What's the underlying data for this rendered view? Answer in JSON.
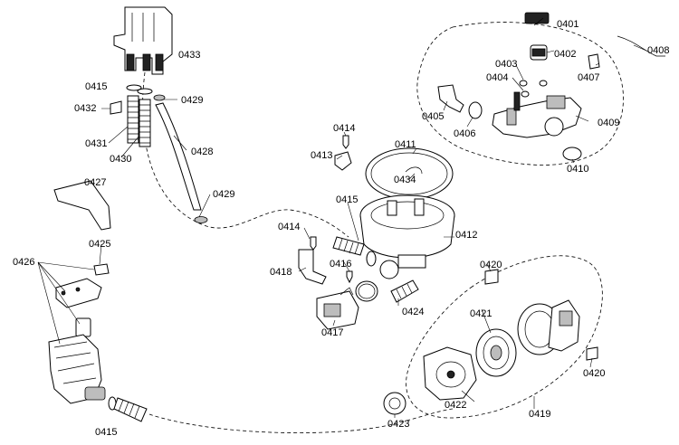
{
  "diagram": {
    "part_labels": [
      "0401",
      "0402",
      "0403",
      "0404",
      "0405",
      "0406",
      "0407",
      "0408",
      "0409",
      "0410",
      "0411",
      "0412",
      "0413",
      "0414",
      "0414",
      "0415",
      "0415",
      "0415",
      "0416",
      "0417",
      "0418",
      "0419",
      "0420",
      "0420",
      "0421",
      "0422",
      "0423",
      "0424",
      "0425",
      "0426",
      "0427",
      "0428",
      "0429",
      "0429",
      "0430",
      "0431",
      "0432",
      "0433",
      "0434"
    ]
  }
}
